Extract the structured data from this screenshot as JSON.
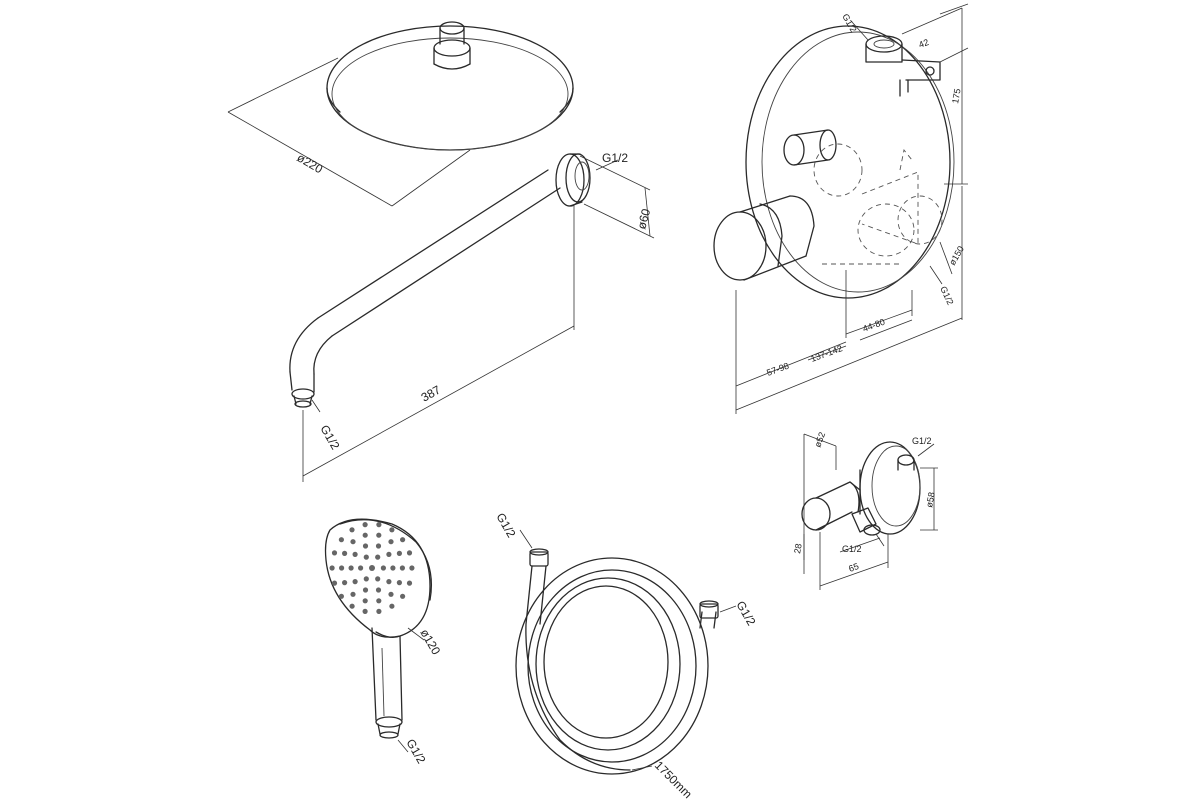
{
  "shower_head": {
    "diameter": "ø220"
  },
  "shower_arm": {
    "thread_top": "G1/2",
    "flange_diameter": "ø60",
    "length": "387",
    "thread_bottom": "G1/2"
  },
  "mixer": {
    "thread_top": "G1/2",
    "depth": "42",
    "height": "175",
    "plate_diameter": "ø150",
    "thread_right": "G1/2",
    "dim_44_80": "44-80",
    "dim_57_98": "57-98",
    "dim_137_142": "137-142"
  },
  "outlet": {
    "thread_top": "G1/2",
    "dim_top": "ø52",
    "height": "ø58",
    "dim_28": "28",
    "thread_bottom": "G1/2",
    "width": "65"
  },
  "hand_shower": {
    "diameter": "ø120",
    "thread": "G1/2"
  },
  "hose": {
    "thread_left": "G1/2",
    "thread_right": "G1/2",
    "length": "1750mm"
  }
}
